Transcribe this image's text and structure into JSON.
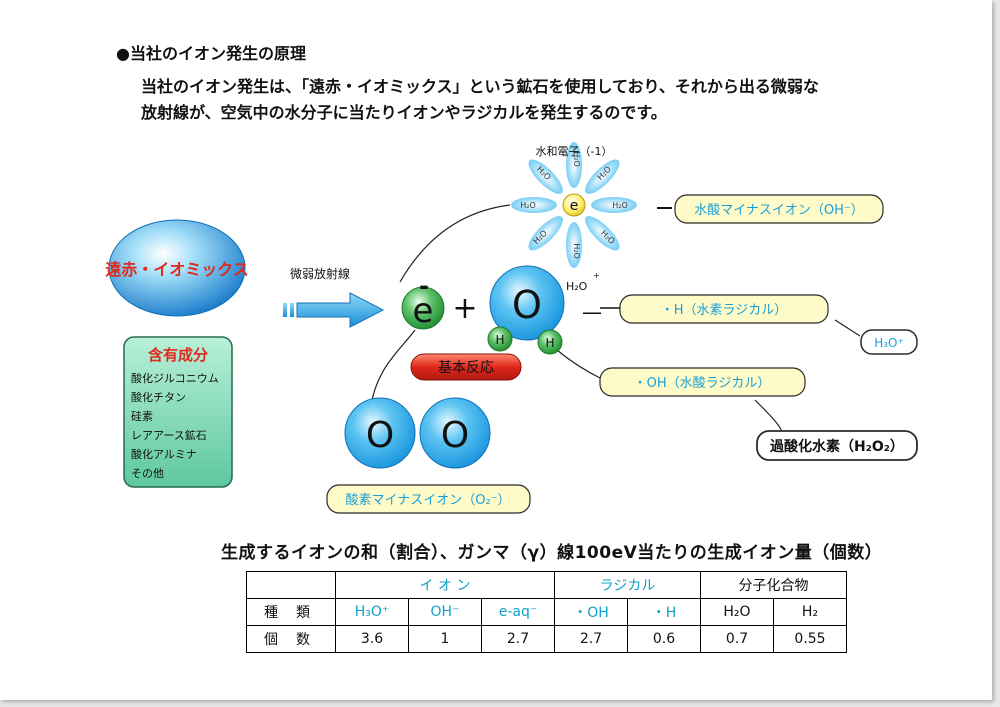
{
  "heading": "●当社のイオン発生の原理",
  "intro": {
    "line1": "当社のイオン発生は、「遠赤・イオミックス」という鉱石を使用しており、それから出る微弱な",
    "line2": "放射線が、空気中の水分子に当たりイオンやラジカルを発生するのです。"
  },
  "diagram": {
    "mineral_label": "遠赤・イオミックス",
    "components_title": "含有成分",
    "components": [
      "酸化ジルコニウム",
      "酸化チタン",
      "硅素",
      "レアアース鉱石",
      "酸化アルミナ",
      "その他"
    ],
    "radiation_label": "微弱放射線",
    "electron_symbol": "e",
    "electron_charge": "-",
    "plus_sign": "+",
    "oxygen_symbol": "O",
    "hydrogen_symbol": "H",
    "water_label": "H₂O",
    "water_superscript": "+",
    "dash": "—",
    "hydrated_electron_label": "水和電子（-1）",
    "hydrated_electron_center": "e",
    "water_molecule_label": "H₂O",
    "basic_reaction_label": "基本反応",
    "oxygen_pair": [
      "O",
      "O"
    ],
    "superoxide_label": "酸素マイナスイオン（O₂⁻）",
    "hydroxide_label": "水酸マイナスイオン（OH⁻）",
    "hydrogen_radical_label": "・H（水素ラジカル）",
    "hydronium_label": "H₃O⁺",
    "hydroxyl_radical_label": "・OH（水酸ラジカル）",
    "peroxide_label": "過酸化水素（H₂O₂）",
    "colors": {
      "sphere_blue": "#1fa6e8",
      "electron_green": "#2e9e3a",
      "label_fill": "#fffbc8",
      "label_border": "#2a2a2a",
      "label_text": "#1aa0d8",
      "reaction_red": "#d8261e",
      "components_fill": "#7fd8b8",
      "arrow_blue": "#26a8e0"
    }
  },
  "table": {
    "title": "生成するイオンの和（割合）、ガンマ（γ）線100eV当たりの生成イオン量（個数）",
    "groups": [
      "イ オ ン",
      "ラジカル",
      "分子化合物"
    ],
    "row_labels": [
      "種類",
      "個数"
    ],
    "species": [
      "H₃O⁺",
      "OH⁻",
      "e-aq⁻",
      "・OH",
      "・H",
      "H₂O",
      "H₂"
    ],
    "counts": [
      "3.6",
      "1",
      "2.7",
      "2.7",
      "0.6",
      "0.7",
      "0.55"
    ]
  }
}
